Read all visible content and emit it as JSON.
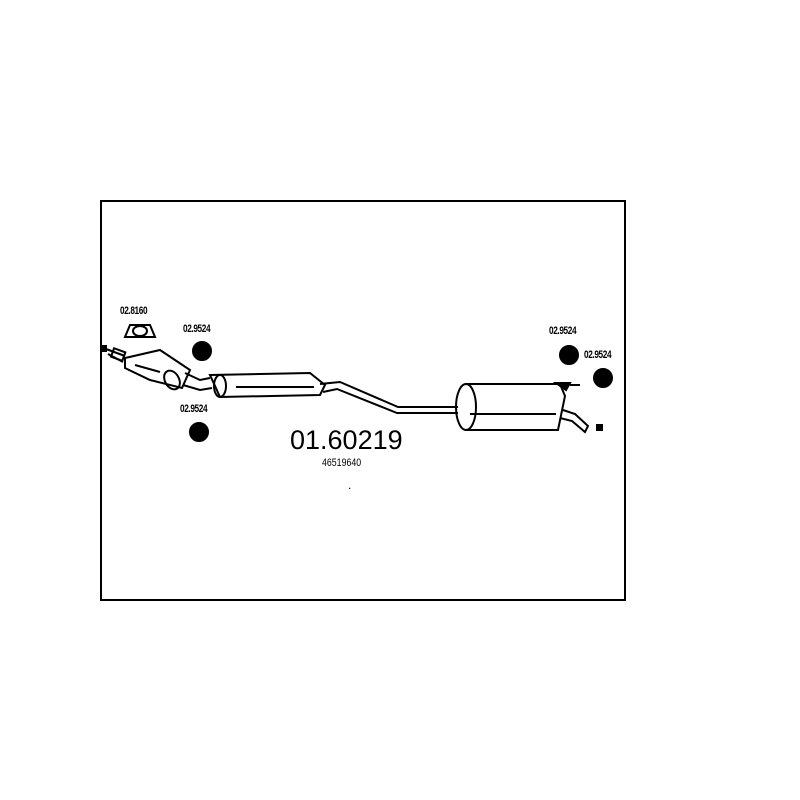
{
  "part_number": "01.60219",
  "oem_number": "46519640",
  "dot": ".",
  "labels": {
    "gasket": "02.8160",
    "mount_front_top": "02.9524",
    "mount_front_bottom": "02.9524",
    "mount_rear_1": "02.9524",
    "mount_rear_2": "02.9524"
  }
}
